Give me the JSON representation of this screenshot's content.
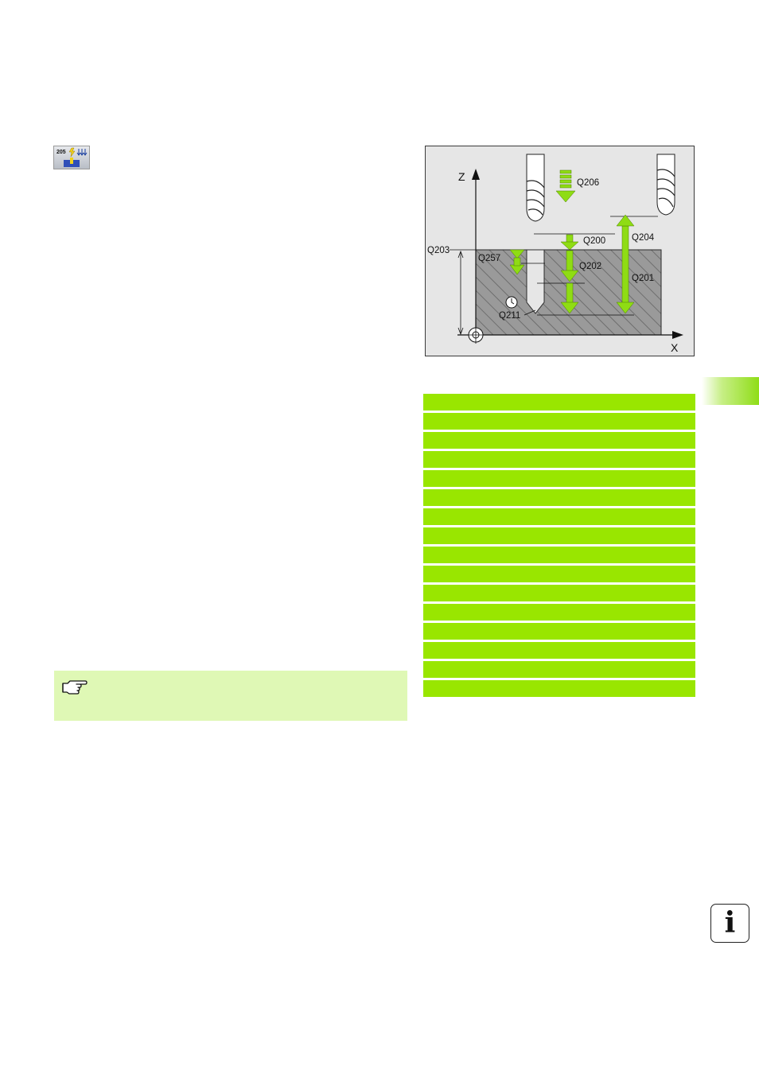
{
  "cycle_icon": {
    "number": "205",
    "icon": "universal-pecking-cycle-icon"
  },
  "figure": {
    "axis_z": "Z",
    "axis_x": "X",
    "labels": {
      "q206": "Q206",
      "q200": "Q200",
      "q204": "Q204",
      "q203": "Q203",
      "q257": "Q257",
      "q202": "Q202",
      "q201": "Q201",
      "q211": "Q211"
    }
  },
  "table": {
    "row_count": 16,
    "color": "#99e600"
  },
  "note": {
    "icon": "pointing-hand-icon",
    "background": "#dff8b5"
  },
  "side_tab": {
    "color": "#8fdd17"
  },
  "info": {
    "glyph": "i",
    "icon": "info-icon"
  }
}
